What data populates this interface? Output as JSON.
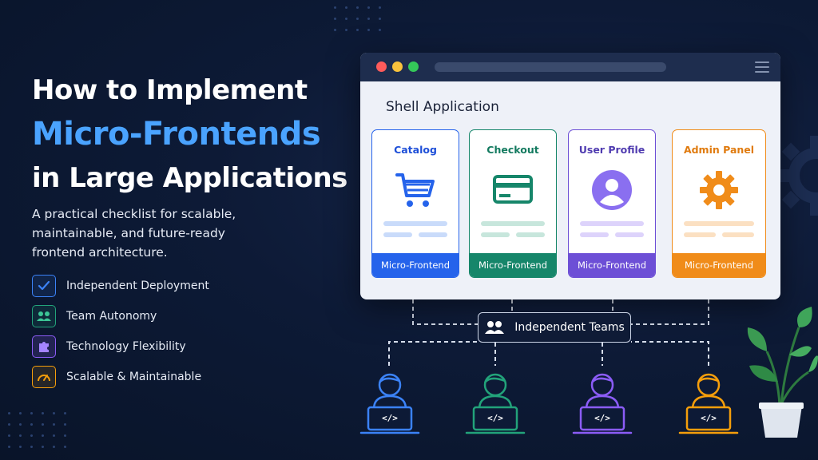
{
  "heading": {
    "line1": "How to Implement",
    "line2": "Micro-Frontends",
    "line3": "in Large Applications"
  },
  "subtitle": "A practical checklist for scalable, maintainable, and future-ready frontend architecture.",
  "features": [
    {
      "label": "Independent Deployment",
      "icon": "checkmark-icon",
      "color": "#3b82f6"
    },
    {
      "label": "Team Autonomy",
      "icon": "team-icon",
      "color": "#22a37a"
    },
    {
      "label": "Technology Flexibility",
      "icon": "puzzle-icon",
      "color": "#8b5cf6"
    },
    {
      "label": "Scalable & Maintainable",
      "icon": "gauge-icon",
      "color": "#f59e0b"
    }
  ],
  "browser": {
    "shell_title": "Shell Application",
    "cards": [
      {
        "name": "Catalog",
        "footer": "Micro-Frontend",
        "icon": "shopping-cart-icon",
        "color": "#2563eb"
      },
      {
        "name": "Checkout",
        "footer": "Micro-Frontend",
        "icon": "credit-card-icon",
        "color": "#16866a"
      },
      {
        "name": "User Profile",
        "footer": "Micro-Frontend",
        "icon": "user-profile-icon",
        "color": "#6d4fd6"
      },
      {
        "name": "Admin Panel",
        "footer": "Micro-Frontend",
        "icon": "gear-icon",
        "color": "#f08c1a"
      }
    ]
  },
  "teams_label": "Independent Teams",
  "developers": [
    {
      "icon": "developer-icon",
      "code": "</>",
      "color": "#3b82f6"
    },
    {
      "icon": "developer-icon",
      "code": "</>",
      "color": "#22a37a"
    },
    {
      "icon": "developer-icon",
      "code": "</>",
      "color": "#8b5cf6"
    },
    {
      "icon": "developer-icon",
      "code": "</>",
      "color": "#f59e0b"
    }
  ]
}
